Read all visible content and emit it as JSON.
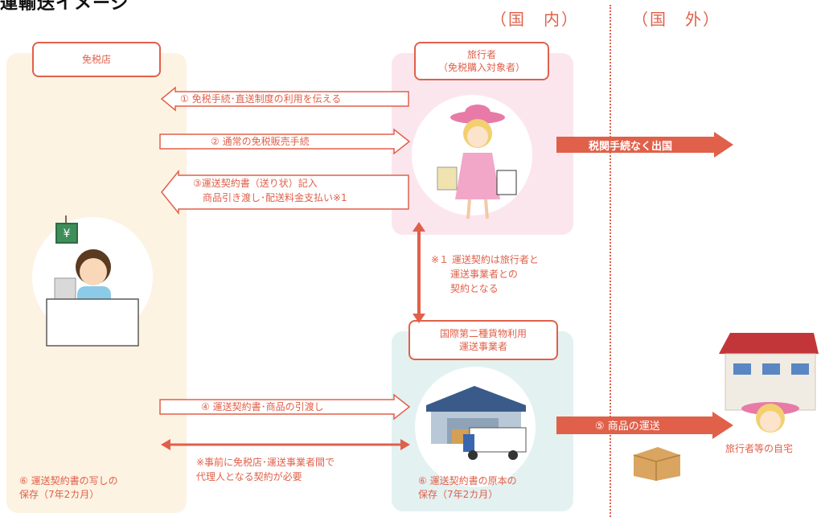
{
  "page_title": "運輸送イメージ",
  "regions": {
    "domestic": "（国　内）",
    "overseas": "（国　外）"
  },
  "boxes": {
    "shop": "免税店",
    "traveler": "旅行者\n（免税購入対象者）",
    "carrier": "国際第二種貨物利用\n運送事業者"
  },
  "arrows": {
    "step1": "① 免税手続･直送制度の利用を伝える",
    "step2": "② 通常の免税販売手続",
    "step3": "③運送契約書（送り状）記入\n　商品引き渡し･配送料金支払い※1",
    "step4": "④ 運送契約書･商品の引渡し",
    "agency": "※事前に免税店･運送事業者間で\n代理人となる契約が必要",
    "customs": "税関手続なく出国",
    "transport": "⑤ 商品の運送"
  },
  "notes": {
    "contract": "※１ 運送契約は旅行者と\n　　運送事業者との\n　　契約となる"
  },
  "captions": {
    "shop_storage": "⑥ 運送契約書の写しの\n保存（7年2カ月）",
    "carrier_storage": "⑥ 運送契約書の原本の\n保存（7年2カ月）",
    "home": "旅行者等の自宅"
  },
  "colors": {
    "accent": "#e0604a",
    "shop_bg": "#fdf3e3",
    "traveler_bg": "#fce6ee",
    "carrier_bg": "#e3f1f1"
  }
}
